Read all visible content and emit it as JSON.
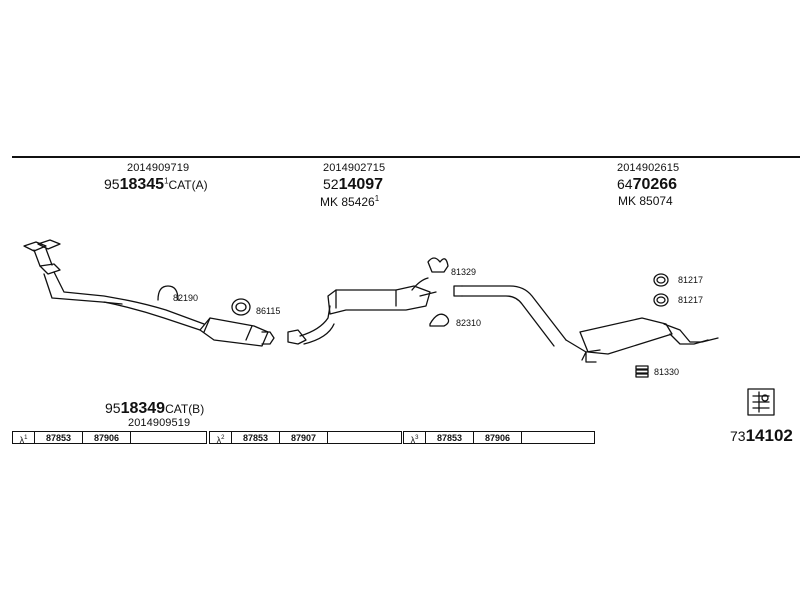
{
  "columns": [
    {
      "oe": "2014909719",
      "pn_prefix": "95",
      "pn_main": "18345",
      "pn_sup": "1",
      "pn_suffix": "CAT(A)"
    },
    {
      "oe": "2014902715",
      "pn_prefix": "52",
      "pn_main": "14097",
      "mk_prefix": "MK",
      "mk_num": "85426",
      "mk_sup": "1"
    },
    {
      "oe": "2014902615",
      "pn_prefix": "64",
      "pn_main": "70266",
      "mk_prefix": "MK",
      "mk_num": "85074"
    }
  ],
  "callouts": [
    "82190",
    "86115",
    "81329",
    "82310",
    "81217",
    "81217",
    "81330"
  ],
  "lower_part": {
    "pn_prefix": "95",
    "pn_main": "18349",
    "pn_suffix": "CAT(B)",
    "oe": "2014909519"
  },
  "lambda_tables": [
    {
      "symbol": "λ",
      "index": "1",
      "a": "87853",
      "b": "87906"
    },
    {
      "symbol": "λ",
      "index": "2",
      "a": "87853",
      "b": "87907"
    },
    {
      "symbol": "λ",
      "index": "3",
      "a": "87853",
      "b": "87906"
    }
  ],
  "total": {
    "prefix": "73",
    "main": "14102"
  },
  "icons": [
    "tools-icon"
  ]
}
